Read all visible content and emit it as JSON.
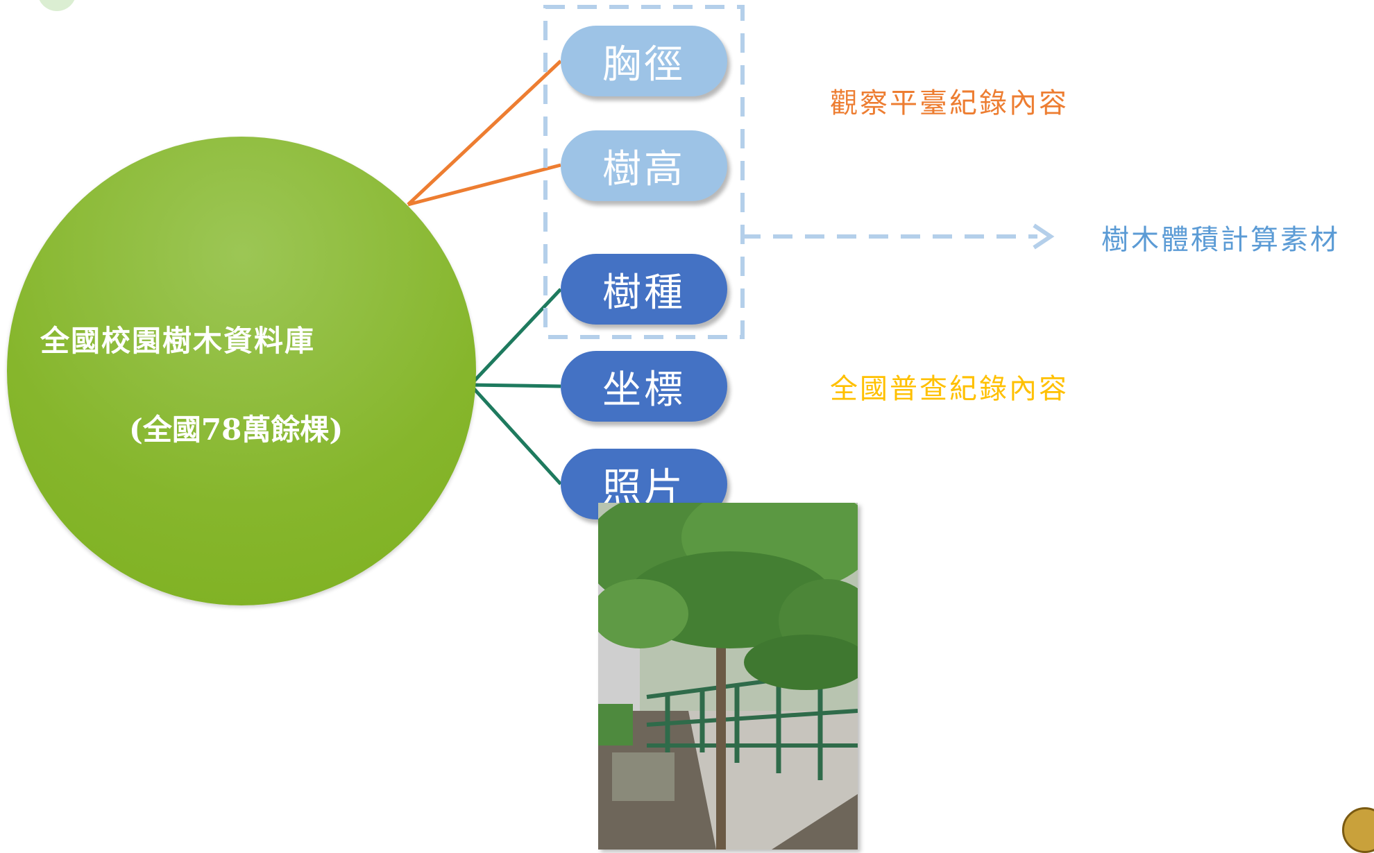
{
  "diagram": {
    "database": {
      "title": "全國校園樹木資料庫",
      "subtitle": "(全國78萬餘棵)",
      "color": "#86b62c"
    },
    "fields": [
      {
        "label": "胸徑",
        "group": "observation"
      },
      {
        "label": "樹高",
        "group": "observation"
      },
      {
        "label": "樹種",
        "group": "census"
      },
      {
        "label": "坐標",
        "group": "census"
      },
      {
        "label": "照片",
        "group": "census"
      }
    ],
    "notes": {
      "observation": "觀察平臺紀錄內容",
      "volume_material": "樹木體積計算素材",
      "census": "全國普查紀錄內容"
    },
    "colors": {
      "observation_pill": "#9dc3e6",
      "census_pill": "#4472c4",
      "observation_line": "#ed7d31",
      "census_line": "#1e7a5e",
      "dashed_box": "#b4cfea",
      "volume_text": "#5b9bd5",
      "census_text": "#ffc000"
    }
  }
}
